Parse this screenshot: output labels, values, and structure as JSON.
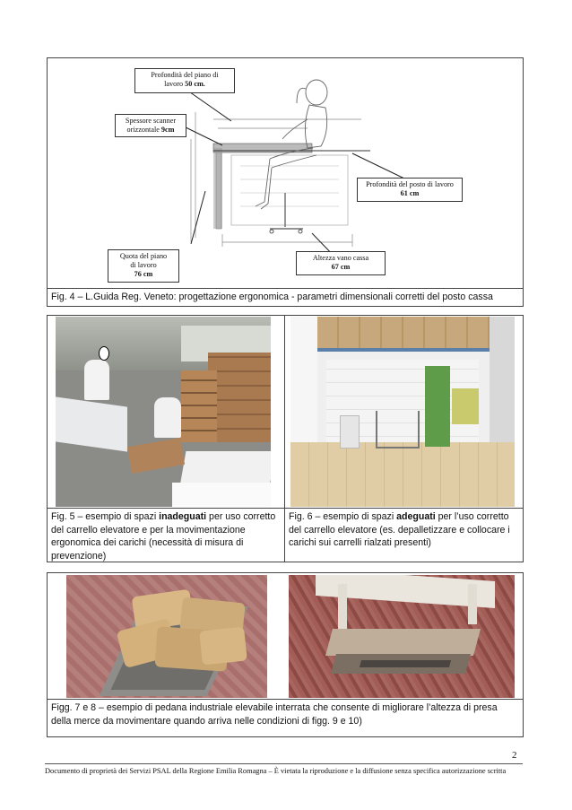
{
  "fig4": {
    "callouts": {
      "depth_label": "Profondità del piano di",
      "depth_label2": "lavoro",
      "depth_value": "50 cm.",
      "scanner_label": "Spessore scanner",
      "scanner_label2": "orizzontale",
      "scanner_value": "9cm",
      "post_depth_label": "Profondità del posto di lavoro",
      "post_depth_value": "61 cm",
      "height_label": "Quota del piano",
      "height_label2": "di lavoro",
      "height_value": "76 cm",
      "cash_label": "Altezza vano cassa",
      "cash_value": "67 cm"
    },
    "caption": "Fig. 4 –  L.Guida Reg. Veneto: progettazione ergonomica - parametri dimensionali corretti del posto cassa"
  },
  "fig5": {
    "caption_prefix": "Fig. 5 –  esempio di spazi ",
    "caption_bold": "inadeguati",
    "caption_suffix": " per uso corretto del carrello elevatore e per la movimentazione ergonomica dei carichi (necessità di misura di prevenzione)"
  },
  "fig6": {
    "caption_prefix": "Fig. 6 –  esempio di spazi ",
    "caption_bold": "adeguati",
    "caption_suffix": " per l’uso corretto del carrello elevatore (es. depalletizzare e collocare i carichi sui carrelli rialzati presenti)"
  },
  "fig78": {
    "caption": "Figg. 7 e 8 –  esempio di pedana industriale elevabile interrata che consente di migliorare l’altezza di presa della merce da movimentare quando arriva nelle condizioni di figg. 9 e 10)"
  },
  "page_number": "2",
  "footer": "Documento di proprietà dei Servizi PSAL della Regione Emilia Romagna – È vietata la riproduzione e la diffusione senza specifica autorizzazione scritta"
}
